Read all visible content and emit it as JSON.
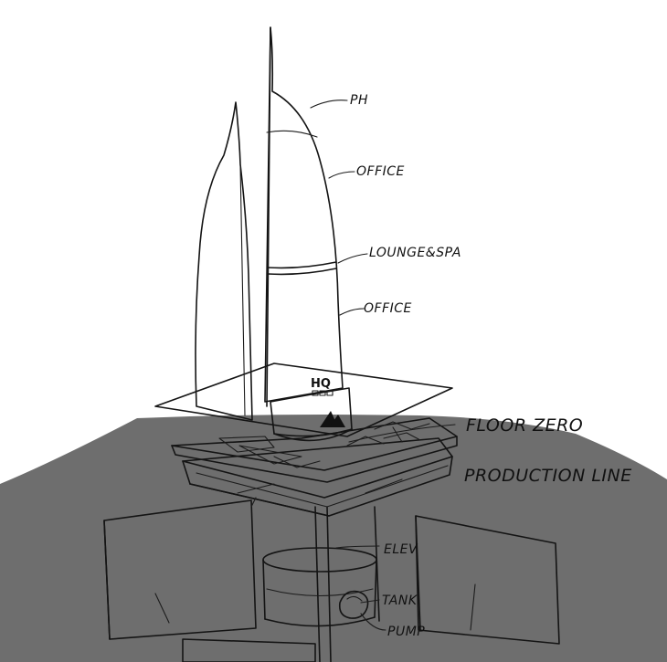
{
  "labels": {
    "ph": "PH",
    "office_top": "OFFICE",
    "lounge": "LOUNGE&SPA",
    "office_mid": "OFFICE",
    "floor_zero": "FLOOR ZERO",
    "production_line": "PRODUCTION LINE",
    "elev": "ELEV",
    "tank": "TANK",
    "pump": "PUMP",
    "hq": "HQ"
  },
  "colors": {
    "ground": "#6e6e6e",
    "ground_dark": "#666666",
    "sketch_line": "#141414",
    "paper": "#ffffff"
  }
}
